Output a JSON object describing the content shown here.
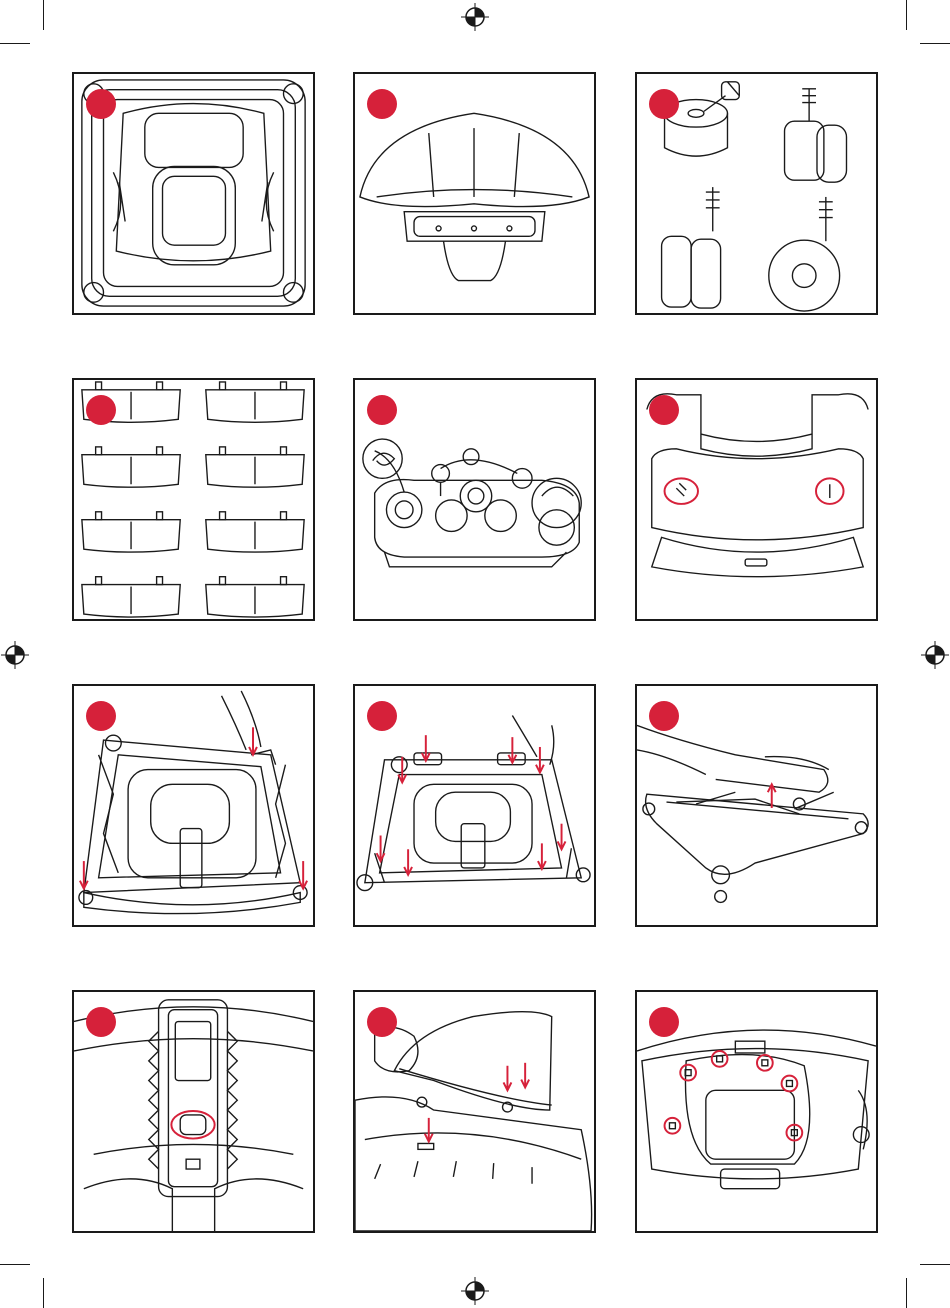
{
  "page": {
    "accent_color": "#d6213a",
    "line_color": "#1a1a1a",
    "background": "#ffffff"
  },
  "panels": [
    {
      "icon": "walker-top-view-illustration"
    },
    {
      "icon": "tray-illustration"
    },
    {
      "icon": "wheels-illustration"
    },
    {
      "icon": "bumper-strips-illustration"
    },
    {
      "icon": "activity-toy-tray-illustration"
    },
    {
      "icon": "seat-sockets-illustration"
    },
    {
      "icon": "attach-wheels-illustration"
    },
    {
      "icon": "attach-bumpers-illustration"
    },
    {
      "icon": "unfold-frame-illustration"
    },
    {
      "icon": "seat-pad-underside-illustration"
    },
    {
      "icon": "fit-tray-illustration"
    },
    {
      "icon": "seat-fabric-clips-illustration"
    }
  ],
  "marks": {
    "registration": "crosshair-circle-icon",
    "crop": "crop-mark"
  }
}
